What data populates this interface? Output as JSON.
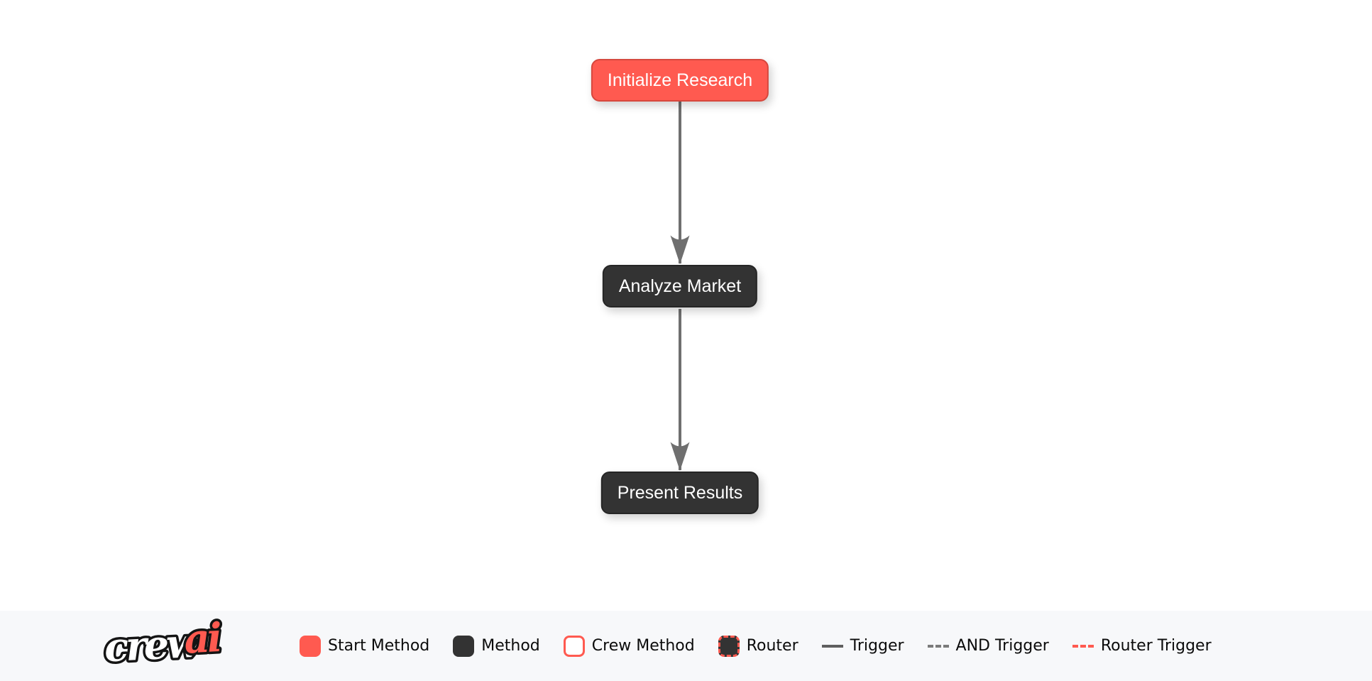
{
  "colors": {
    "start": "#FF5A50",
    "start-border": "#D6473D",
    "method": "#333333",
    "method-border": "#252525",
    "edge": "#6F6F6F",
    "node-text": "#FFFFFF",
    "legend-bg": "#F7F8FA",
    "legend-text": "#0B0B0B"
  },
  "flow": {
    "nodes": [
      {
        "label": "Initialize Research",
        "type": "start"
      },
      {
        "label": "Analyze Market",
        "type": "method"
      },
      {
        "label": "Present Results",
        "type": "method"
      }
    ],
    "edges": [
      {
        "from": "Initialize Research",
        "to": "Analyze Market",
        "type": "trigger"
      },
      {
        "from": "Analyze Market",
        "to": "Present Results",
        "type": "trigger"
      }
    ]
  },
  "legend": {
    "logo": {
      "crew": "crew",
      "ai": "ai"
    },
    "items": [
      {
        "label": "Start Method",
        "swatch": "start-method"
      },
      {
        "label": "Method",
        "swatch": "method"
      },
      {
        "label": "Crew Method",
        "swatch": "crew-method"
      },
      {
        "label": "Router",
        "swatch": "router"
      },
      {
        "label": "Trigger",
        "swatch": "trigger-line"
      },
      {
        "label": "AND Trigger",
        "swatch": "and-trigger-line"
      },
      {
        "label": "Router Trigger",
        "swatch": "router-trigger-line"
      }
    ]
  }
}
